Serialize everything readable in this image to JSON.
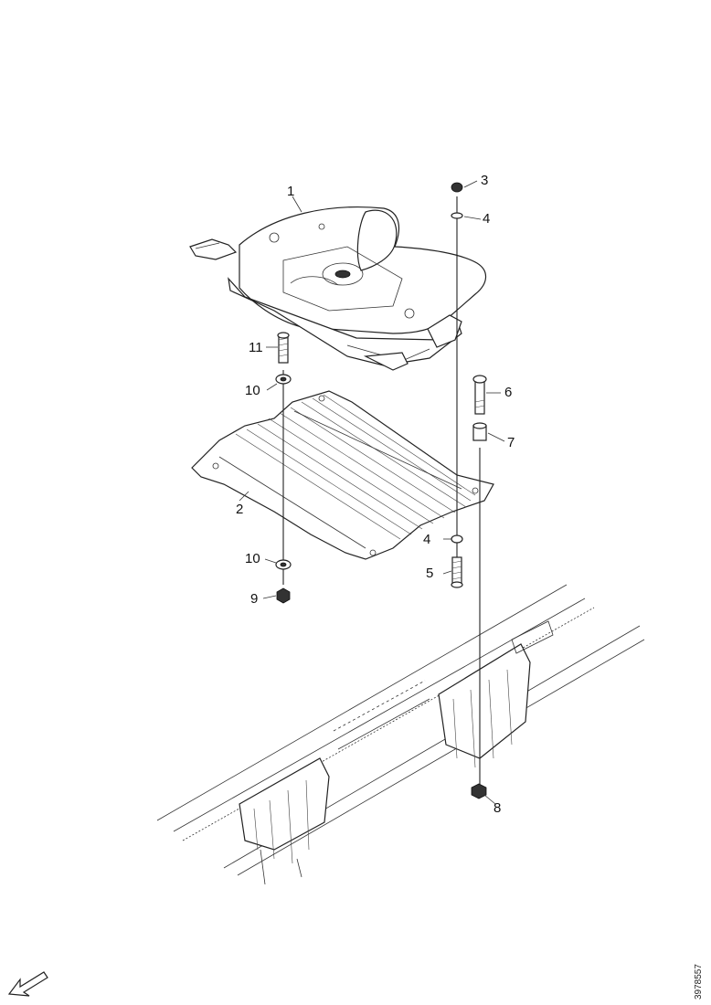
{
  "diagram": {
    "labels": {
      "p1": "1",
      "p2": "2",
      "p3": "3",
      "p4a": "4",
      "p4b": "4",
      "p5": "5",
      "p6": "6",
      "p7": "7",
      "p8": "8",
      "p9": "9",
      "p10a": "10",
      "p10b": "10",
      "p11": "11"
    },
    "reference_code": "3978557",
    "direction_icon": "front-direction-arrow-icon"
  }
}
